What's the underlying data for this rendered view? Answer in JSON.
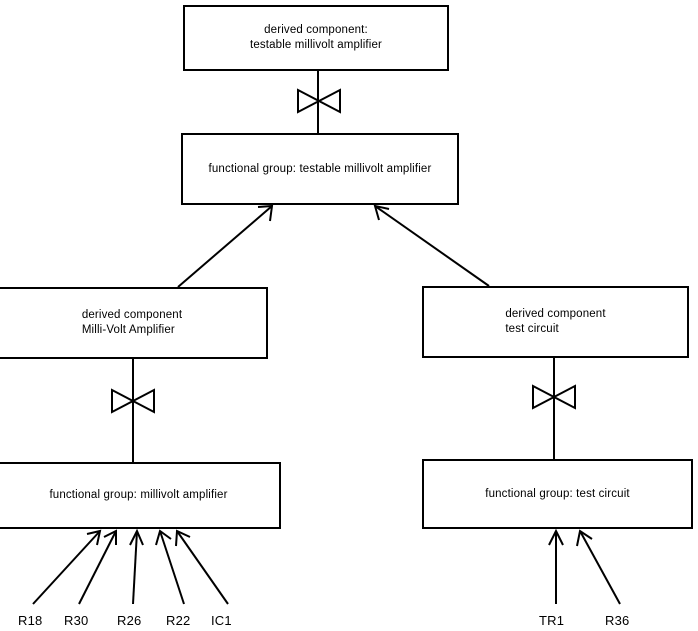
{
  "diagram": {
    "type": "block-hierarchy-diagram",
    "background_color": "#ffffff",
    "line_color": "#000000",
    "nodes": [
      {
        "id": "derived-testable-mv-amp",
        "label": "derived component:\ntestable millivolt amplifier",
        "kind": "derived component"
      },
      {
        "id": "fg-testable-mv-amp",
        "label": "functional group: testable millivolt amplifier",
        "kind": "functional group"
      },
      {
        "id": "derived-mv-amp",
        "label": "derived component\nMilli-Volt Amplifier",
        "kind": "derived component"
      },
      {
        "id": "derived-test-circuit",
        "label": "derived component\ntest circuit",
        "kind": "derived component"
      },
      {
        "id": "fg-mv-amp",
        "label": "functional group: millivolt amplifier",
        "kind": "functional group"
      },
      {
        "id": "fg-test-circuit",
        "label": "functional group: test circuit",
        "kind": "functional group"
      }
    ],
    "connector_symbols": [
      {
        "id": "bowtie-top",
        "symbol": "bowtie",
        "between": [
          "derived-testable-mv-amp",
          "fg-testable-mv-amp"
        ]
      },
      {
        "id": "bowtie-left",
        "symbol": "bowtie",
        "between": [
          "derived-mv-amp",
          "fg-mv-amp"
        ]
      },
      {
        "id": "bowtie-right",
        "symbol": "bowtie",
        "between": [
          "derived-test-circuit",
          "fg-test-circuit"
        ]
      }
    ],
    "arrows": [
      {
        "id": "arrow-mv-amp-to-testable",
        "from": "derived-mv-amp",
        "to": "fg-testable-mv-amp",
        "style": "open"
      },
      {
        "id": "arrow-test-circuit-to-testable",
        "from": "derived-test-circuit",
        "to": "fg-testable-mv-amp",
        "style": "open"
      }
    ],
    "part_labels_left": [
      {
        "id": "R18",
        "text": "R18"
      },
      {
        "id": "R30",
        "text": "R30"
      },
      {
        "id": "R26",
        "text": "R26"
      },
      {
        "id": "R22",
        "text": "R22"
      },
      {
        "id": "IC1",
        "text": "IC1"
      }
    ],
    "part_labels_right": [
      {
        "id": "TR1",
        "text": "TR1"
      },
      {
        "id": "R36",
        "text": "R36"
      }
    ]
  }
}
